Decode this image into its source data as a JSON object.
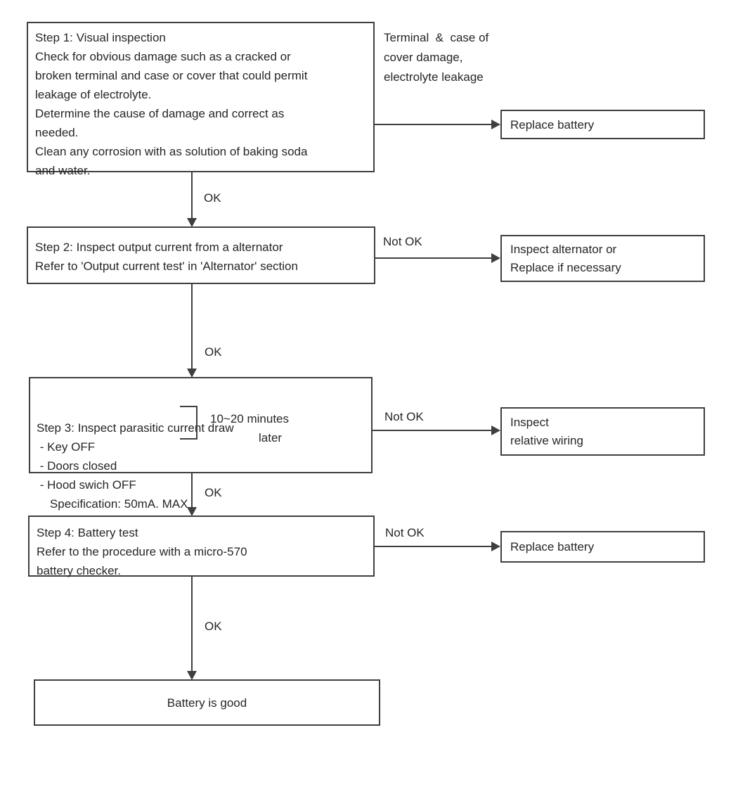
{
  "colors": {
    "background": "#ffffff",
    "line": "#3f3f3f",
    "text": "#262626"
  },
  "flowchart": {
    "step1_box": "Step 1: Visual inspection\nCheck for obvious damage such as a cracked or\nbroken terminal and case or cover that could permit\nleakage of electrolyte.\nDetermine the cause of damage and correct as\nneeded.\nClean any corrosion with as solution of baking soda\nand water.",
    "terminal_note": "Terminal  &  case of\ncover damage,\nelectrolyte leakage",
    "replace_battery_1": "Replace battery",
    "ok_1": "OK",
    "step2_box": "Step 2: Inspect output current from a alternator\nRefer to 'Output current test' in 'Alternator' section",
    "not_ok_2": "Not OK",
    "inspect_alternator": "Inspect alternator or\nReplace if necessary",
    "ok_2": "OK",
    "step3_box": "Step 3: Inspect parasitic current draw\n - Key OFF\n - Doors closed\n - Hood swich OFF\n    Specification: 50mA. MAX",
    "wait_note_line1": "10~20 minutes",
    "wait_note_line2": "later",
    "not_ok_3": "Not OK",
    "inspect_wiring": "Inspect\nrelative wiring",
    "ok_3": "OK",
    "step4_box": "Step 4: Battery test\nRefer to the procedure with a micro-570\nbattery checker.",
    "not_ok_4": "Not OK",
    "replace_battery_2": "Replace battery",
    "ok_4": "OK",
    "result_box": "Battery is good"
  }
}
